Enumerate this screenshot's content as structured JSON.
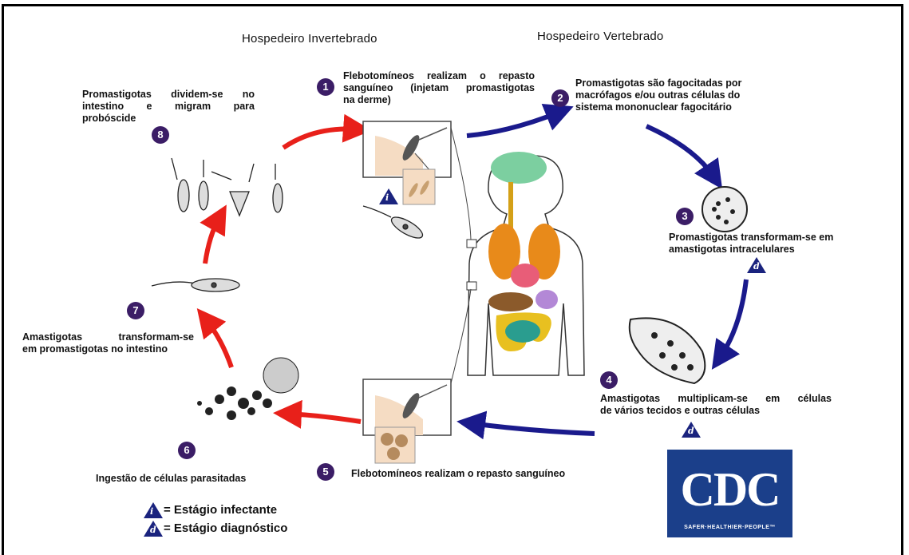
{
  "headers": {
    "invertebrate": "Hospedeiro Invertebrado",
    "vertebrate": "Hospedeiro Vertebrado"
  },
  "steps": [
    {
      "number": "1",
      "text": "Flebotomíneos realizam o repasto sanguíneo (injetam promastigotas na derme)"
    },
    {
      "number": "2",
      "text": "Promastigotas são fagocitadas por macrófagos e/ou outras células do sistema mononuclear fagocitário"
    },
    {
      "number": "3",
      "text": "Promastigotas transformam-se em amastigotas intracelulares"
    },
    {
      "number": "4",
      "text": "Amastigotas multiplicam-se em células de vários tecidos e outras células"
    },
    {
      "number": "5",
      "text": "Flebotomíneos realizam o repasto sanguíneo"
    },
    {
      "number": "6",
      "text": "Ingestão de células parasitadas"
    },
    {
      "number": "7",
      "text": "Amastigotas transformam-se em promastigotas no intestino"
    },
    {
      "number": "8",
      "text": "Promastigotas dividem-se no intestino e migram para probóscide"
    }
  ],
  "step1_lines": [
    "Flebotomíneos realizam o repasto",
    "sanguíneo (injetam promastigotas",
    "na derme)"
  ],
  "step2_lines": [
    "Promastigotas são fagocitadas por",
    "macrófagos e/ou outras células do",
    "sistema mononuclear fagocitário"
  ],
  "step3_lines": [
    "Promastigotas transformam-se em",
    "amastigotas intracelulares"
  ],
  "step4_lines": [
    "Amastigotas multiplicam-se em células",
    "de vários tecidos e outras células"
  ],
  "step7_lines": [
    "Amastigotas transformam-se",
    "em promastigotas no intestino"
  ],
  "step8_lines": [
    "Promastigotas dividem-se no",
    "intestino e migram para",
    "probóscide"
  ],
  "stage_markers": {
    "infective": "i",
    "diagnostic": "d"
  },
  "legend": {
    "infective": "= Estágio infectante",
    "diagnostic": "= Estágio diagnóstico"
  },
  "logo": {
    "mark": "CDC",
    "tagline": "SAFER·HEALTHIER·PEOPLE™"
  },
  "colors": {
    "invertebrate_arrows": "#e8201a",
    "vertebrate_arrows": "#1a1a8c",
    "step_badge": "#3b1d66",
    "stage_triangle": "#1a237e",
    "cdc_blue": "#1b3f8a"
  }
}
